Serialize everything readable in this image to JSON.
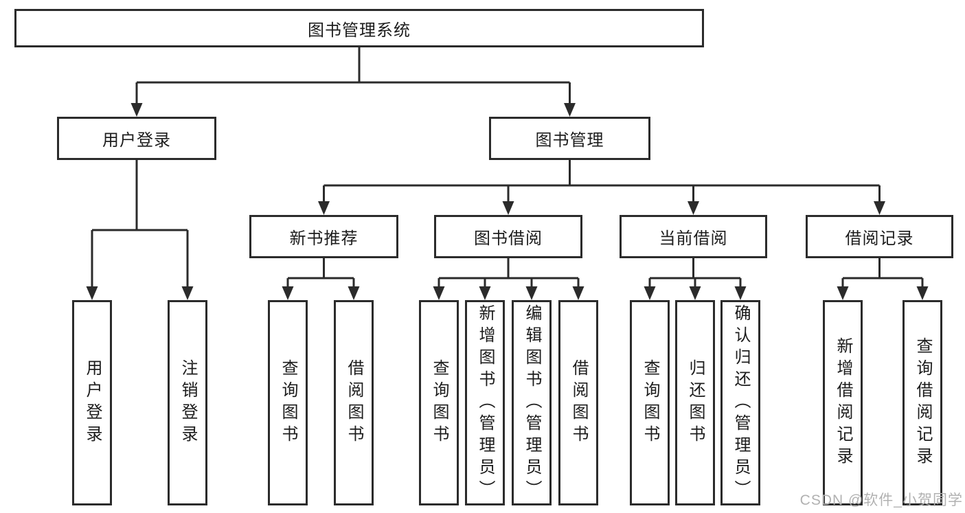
{
  "diagram": {
    "root": {
      "label": "图书管理系统"
    },
    "branches": [
      {
        "label": "用户登录",
        "children": [
          "用户登录",
          "注销登录"
        ]
      },
      {
        "label": "图书管理",
        "groups": [
          {
            "label": "新书推荐",
            "children": [
              "查询图书",
              "借阅图书"
            ]
          },
          {
            "label": "图书借阅",
            "children": [
              "查询图书",
              "新增图书（管理员）",
              "编辑图书（管理员）",
              "借阅图书"
            ]
          },
          {
            "label": "当前借阅",
            "children": [
              "查询图书",
              "归还图书",
              "确认归还（管理员）"
            ]
          },
          {
            "label": "借阅记录",
            "children": [
              "新增借阅记录",
              "查询借阅记录"
            ]
          }
        ]
      }
    ]
  },
  "watermark": {
    "text": "CSDN @软件_小贺同学"
  },
  "colors": {
    "line": "#2b2b2b",
    "text": "#1c1c1c",
    "watermark": "#b1b1b1",
    "background": "#ffffff"
  }
}
